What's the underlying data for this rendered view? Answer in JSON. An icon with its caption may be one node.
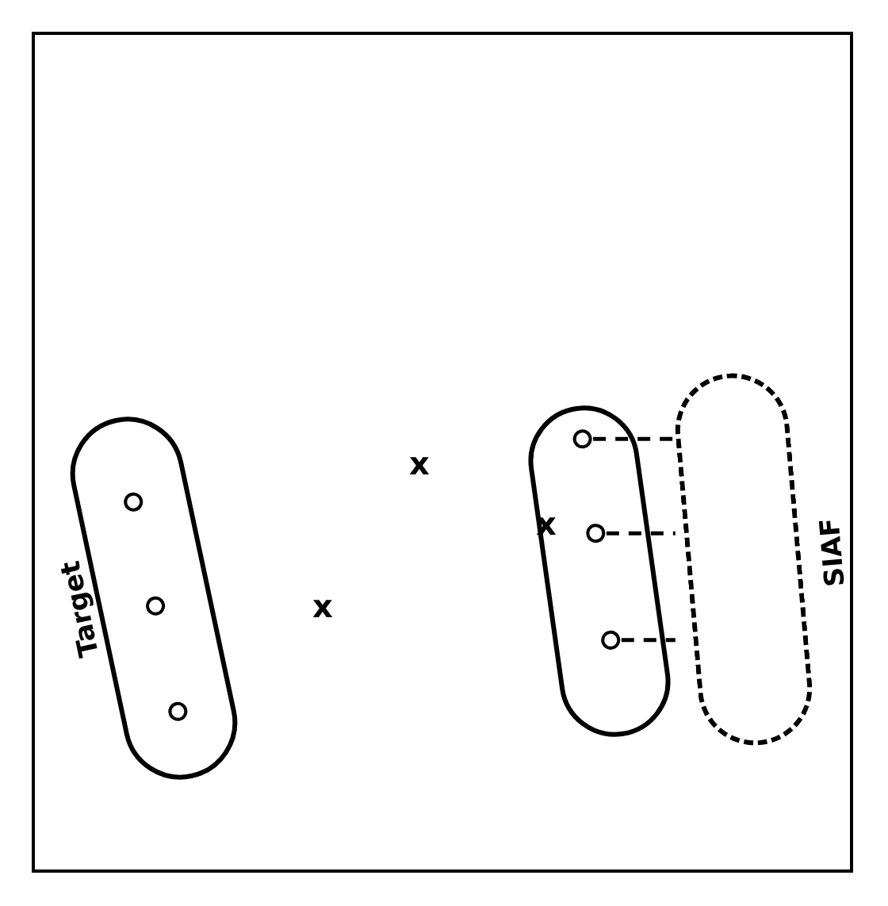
{
  "diagram": {
    "nodes": [
      {
        "text": [
          "Target"
        ]
      },
      {
        "text": [],
        "shape": "circle",
        "in": 0
      },
      {
        "text": [],
        "shape": "circle",
        "in": 0
      },
      {
        "text": [],
        "shape": "circle",
        "in": 0
      },
      {
        "text": [],
        "shape": "box"
      },
      {
        "text": [],
        "shape": "circle",
        "in": 4
      },
      {
        "text": [],
        "shape": "circle",
        "in": 4
      },
      {
        "text": [],
        "shape": "circle",
        "in": 4
      },
      {
        "text": [
          "SIAF"
        ]
      }
    ],
    "edges": [
      {
        "from": 5,
        "to": 8,
        "arrow": "none",
        "style": "dashed"
      },
      {
        "from": 6,
        "to": 8,
        "arrow": "none",
        "style": "dashed"
      },
      {
        "from": 7,
        "to": 8,
        "arrow": "none",
        "style": "dashed"
      }
    ],
    "labels": [
      "x",
      "x",
      "x"
    ]
  }
}
